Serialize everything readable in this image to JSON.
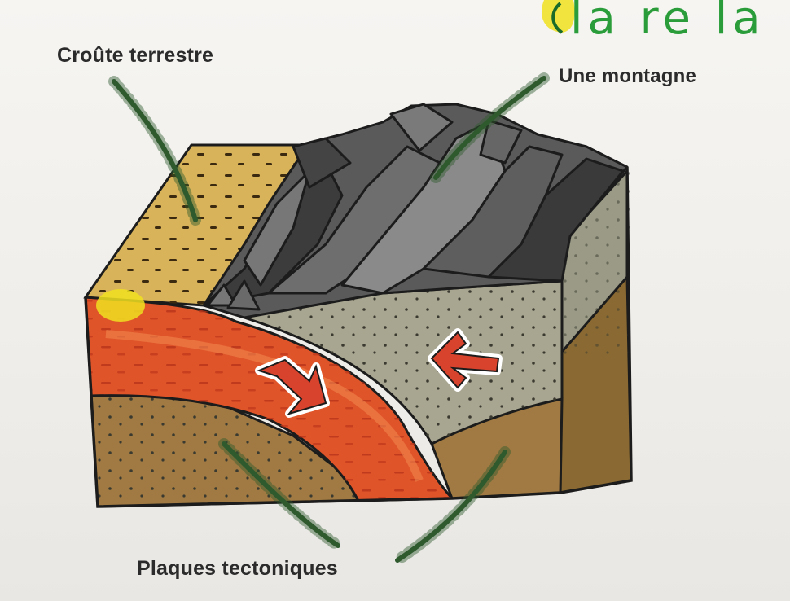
{
  "labels": {
    "crust": "Croûte terrestre",
    "mountain": "Une montagne",
    "plates": "Plaques tectoniques"
  },
  "handwriting": "la re la",
  "colors": {
    "crust": "#d9b35a",
    "mantle_layer": "#e0542a",
    "right_plate": "#a8a690",
    "lower_left_plate": "#a07a42",
    "rock": "#4a4a4a",
    "arrow": "#d8432e",
    "pointer": "#2f5a2f",
    "highlighter": "#f0e020",
    "ink": "#2a9d3a"
  },
  "icons": [
    "arrow-down-right-icon",
    "arrow-left-icon",
    "highlighter-mark-icon"
  ]
}
